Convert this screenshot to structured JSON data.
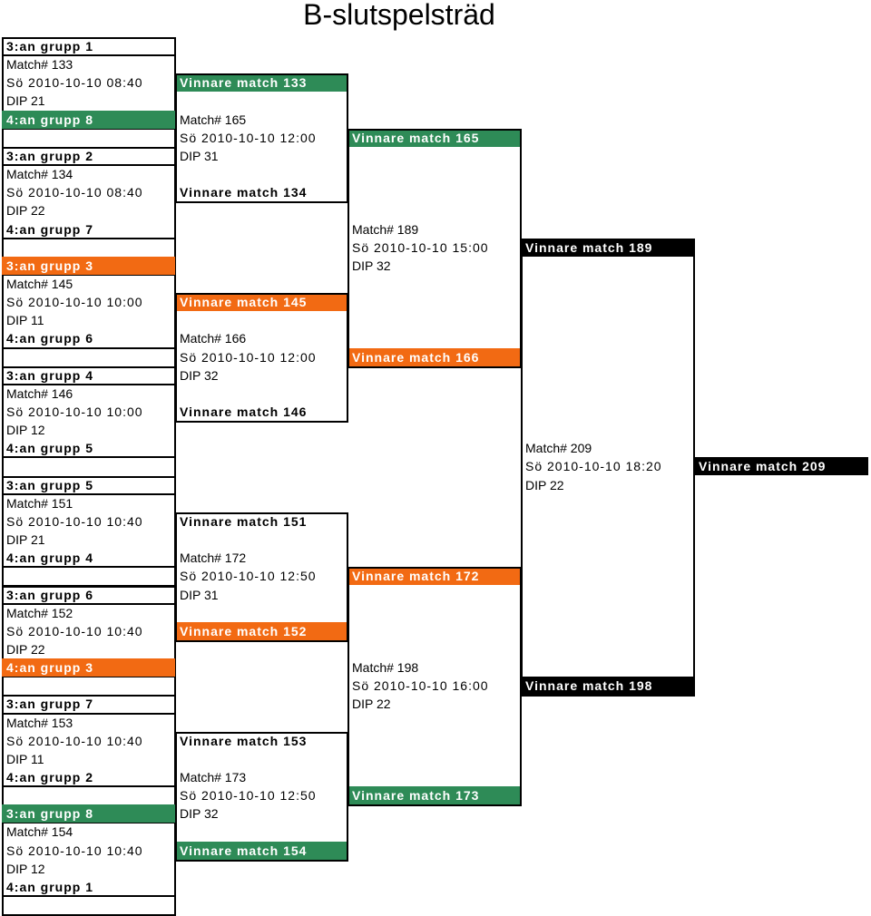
{
  "title": "B-slutspelsträd",
  "colors": {
    "green": "#2e8b57",
    "orange": "#f26a13",
    "black": "#000000"
  },
  "round1": [
    {
      "team_a": "3:an grupp 1",
      "a_hl": "",
      "match": "Match# 133",
      "time": "Sö 2010-10-10 08:40",
      "field": "DIP 21",
      "team_b": "4:an grupp 8",
      "b_hl": "green",
      "winner": "Vinnare match 133",
      "winner_hl": "green"
    },
    {
      "team_a": "3:an grupp 2",
      "a_hl": "",
      "match": "Match# 134",
      "time": "Sö 2010-10-10 08:40",
      "field": "DIP 22",
      "team_b": "4:an grupp 7",
      "b_hl": "",
      "winner": "Vinnare match 134",
      "winner_hl": ""
    },
    {
      "team_a": "3:an grupp 3",
      "a_hl": "orange",
      "match": "Match# 145",
      "time": "Sö 2010-10-10 10:00",
      "field": "DIP 11",
      "team_b": "4:an grupp 6",
      "b_hl": "",
      "winner": "Vinnare match 145",
      "winner_hl": "orange"
    },
    {
      "team_a": "3:an grupp 4",
      "a_hl": "",
      "match": "Match# 146",
      "time": "Sö 2010-10-10 10:00",
      "field": "DIP 12",
      "team_b": "4:an grupp 5",
      "b_hl": "",
      "winner": "Vinnare match 146",
      "winner_hl": ""
    },
    {
      "team_a": "3:an grupp 5",
      "a_hl": "",
      "match": "Match# 151",
      "time": "Sö 2010-10-10 10:40",
      "field": "DIP 21",
      "team_b": "4:an grupp 4",
      "b_hl": "",
      "winner": "Vinnare match 151",
      "winner_hl": ""
    },
    {
      "team_a": "3:an grupp 6",
      "a_hl": "",
      "match": "Match# 152",
      "time": "Sö 2010-10-10 10:40",
      "field": "DIP 22",
      "team_b": "4:an grupp 3",
      "b_hl": "orange",
      "winner": "Vinnare match 152",
      "winner_hl": "orange"
    },
    {
      "team_a": "3:an grupp 7",
      "a_hl": "",
      "match": "Match# 153",
      "time": "Sö 2010-10-10 10:40",
      "field": "DIP 11",
      "team_b": "4:an grupp 2",
      "b_hl": "",
      "winner": "Vinnare match 153",
      "winner_hl": ""
    },
    {
      "team_a": "3:an grupp 8",
      "a_hl": "green",
      "match": "Match# 154",
      "time": "Sö 2010-10-10 10:40",
      "field": "DIP 12",
      "team_b": "4:an grupp 1",
      "b_hl": "",
      "winner": "Vinnare match 154",
      "winner_hl": "green"
    }
  ],
  "round2": [
    {
      "match": "Match# 165",
      "time": "Sö 2010-10-10 12:00",
      "field": "DIP 31",
      "winner": "Vinnare match 165",
      "winner_hl": "green"
    },
    {
      "match": "Match# 166",
      "time": "Sö 2010-10-10 12:00",
      "field": "DIP 32",
      "winner": "Vinnare match 166",
      "winner_hl": "orange"
    },
    {
      "match": "Match# 172",
      "time": "Sö 2010-10-10 12:50",
      "field": "DIP 31",
      "winner": "Vinnare match 172",
      "winner_hl": "orange"
    },
    {
      "match": "Match# 173",
      "time": "Sö 2010-10-10 12:50",
      "field": "DIP 32",
      "winner": "Vinnare match 173",
      "winner_hl": "green"
    }
  ],
  "round3": [
    {
      "match": "Match# 189",
      "time": "Sö 2010-10-10 15:00",
      "field": "DIP 32",
      "winner": "Vinnare match 189",
      "winner_hl": "black"
    },
    {
      "match": "Match# 198",
      "time": "Sö 2010-10-10 16:00",
      "field": "DIP 22",
      "winner": "Vinnare match 198",
      "winner_hl": "black"
    }
  ],
  "round4": [
    {
      "match": "Match# 209",
      "time": "Sö 2010-10-10 18:20",
      "field": "DIP 22",
      "winner": "Vinnare match 209",
      "winner_hl": "black"
    }
  ]
}
